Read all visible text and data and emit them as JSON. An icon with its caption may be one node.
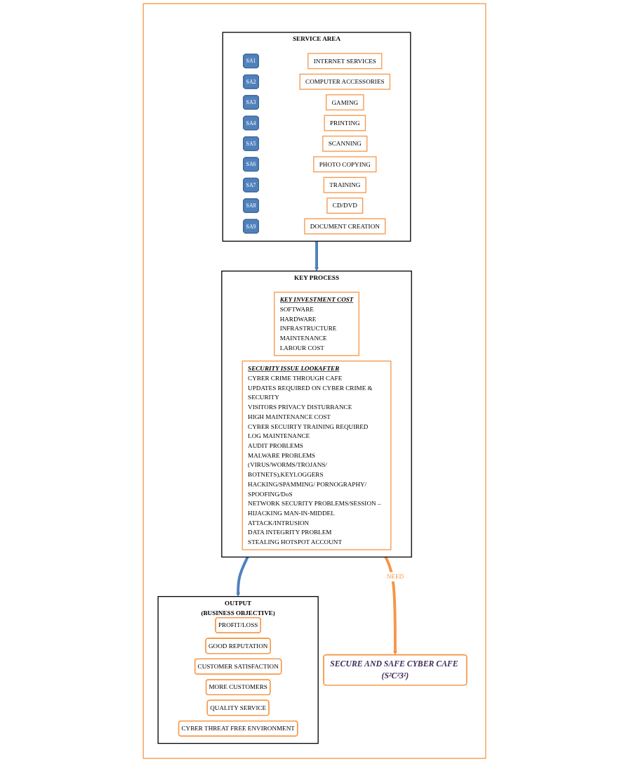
{
  "diagram": {
    "nodes": [
      {
        "text": [],
        "shape": "box"
      },
      {
        "text": [
          "SERVICE AREA"
        ],
        "in": 0
      },
      {
        "text": [
          "SA1"
        ],
        "in": 1
      },
      {
        "text": [
          "INTERNET SERVICES"
        ],
        "in": 1
      },
      {
        "text": [
          "SA2"
        ],
        "in": 1
      },
      {
        "text": [
          "COMPUTER ACCESSORIES"
        ],
        "in": 1
      },
      {
        "text": [
          "SA3"
        ],
        "in": 1
      },
      {
        "text": [
          "GAMING"
        ],
        "in": 1
      },
      {
        "text": [
          "SA4"
        ],
        "in": 1
      },
      {
        "text": [
          "PRINTING"
        ],
        "in": 1
      },
      {
        "text": [
          "SA5"
        ],
        "in": 1
      },
      {
        "text": [
          "SCANNING"
        ],
        "in": 1
      },
      {
        "text": [
          "SA6"
        ],
        "in": 1
      },
      {
        "text": [
          "PHOTO COPYING"
        ],
        "in": 1
      },
      {
        "text": [
          "SA7"
        ],
        "in": 1
      },
      {
        "text": [
          "TRAINING"
        ],
        "in": 1
      },
      {
        "text": [
          "SA8"
        ],
        "in": 1
      },
      {
        "text": [
          "CD/DVD"
        ],
        "in": 1
      },
      {
        "text": [
          "SA9"
        ],
        "in": 1
      },
      {
        "text": [
          "DOCUMENT CREATION"
        ],
        "in": 1
      },
      {
        "text": [
          "KEY PROCESS"
        ],
        "in": 0
      },
      {
        "text": [
          "KEY INVESTMENT COST",
          "SOFTWARE",
          "HARDWARE",
          "INFRASTRUCTURE",
          "MAINTENANCE",
          "LABOUR COST"
        ],
        "in": 20
      },
      {
        "text": [
          "SECURITY ISSUE LOOKAFTER",
          "CYBER CRIME THROUGH CAFE",
          "UPDATES REQUIRED ON CYBER CRIME & SECURITY",
          "VISITORS PRIVACY DISTURBANCE",
          "HIGH MAINTENANCE COST",
          "CYBER SECUIRTY TRAINING REQUIRED",
          "LOG MAINTENANCE",
          "AUDIT PROBLEMS",
          "MALWARE PROBLEMS (VIRUS/WORMS/TROJANS/ BOTNETS),KEYLOGGERS",
          "HACKING/SPAMMING/ PORNOGRAPHY/ SPOOFING/DoS",
          "NETWORK SECURITY PROBLEMS/SESSION – HIJACKING MAN-IN-MIDDEL ATTACK/INTRUSION",
          "DATA INTEGRITY PROBLEM",
          "STEALING HOTSPOT ACCOUNT"
        ],
        "in": 20
      },
      {
        "text": [
          "OUTPUT",
          "(BUSINESS OBJECTIVE)"
        ],
        "in": 0
      },
      {
        "text": [
          "PROFIT/LOSS"
        ],
        "in": 23
      },
      {
        "text": [
          "GOOD REPUTATION"
        ],
        "in": 23
      },
      {
        "text": [
          "CUSTOMER SATISFACTION"
        ],
        "in": 23
      },
      {
        "text": [
          "MORE CUSTOMERS"
        ],
        "in": 23
      },
      {
        "text": [
          "QUALITY SERVICE"
        ],
        "in": 23
      },
      {
        "text": [
          "CYBER THREAT FREE ENVIRONMENT"
        ],
        "in": 23
      },
      {
        "text": [
          "SECURE AND SAFE CYBER CAFE (S²C²3²)"
        ],
        "in": 0
      }
    ],
    "edges": [
      {
        "from": 1,
        "to": 20,
        "arrow": "to"
      },
      {
        "from": 20,
        "to": 23,
        "arrow": "to"
      },
      {
        "from": 20,
        "to": 30,
        "arrow": "to",
        "label": "NEED",
        "color": "#f79646"
      }
    ]
  }
}
